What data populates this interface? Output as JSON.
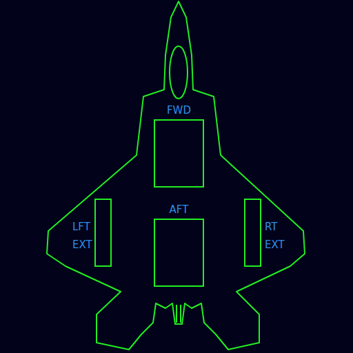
{
  "diagram": {
    "nodes": [
      {
        "text": [
          "FWD"
        ]
      },
      {
        "text": [
          "AFT"
        ]
      },
      {
        "text": [
          "LFT EXT"
        ]
      },
      {
        "text": [
          "RT EXT"
        ]
      }
    ]
  }
}
